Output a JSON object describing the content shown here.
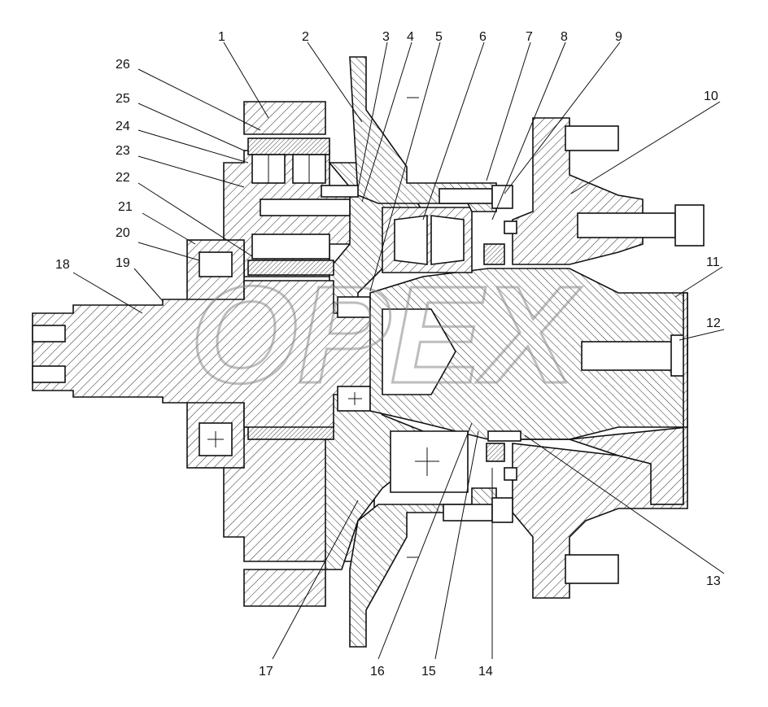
{
  "colors": {
    "ink": "#111111",
    "background": "#ffffff",
    "section_fill": "#d9d9d9",
    "watermark": "#888888"
  },
  "watermark": {
    "text": "OPEX",
    "style": "outlined-italic-logo"
  },
  "callouts": [
    {
      "id": "1",
      "label": "1"
    },
    {
      "id": "2",
      "label": "2"
    },
    {
      "id": "3",
      "label": "3"
    },
    {
      "id": "4",
      "label": "4"
    },
    {
      "id": "5",
      "label": "5"
    },
    {
      "id": "6",
      "label": "6"
    },
    {
      "id": "7",
      "label": "7"
    },
    {
      "id": "8",
      "label": "8"
    },
    {
      "id": "9",
      "label": "9"
    },
    {
      "id": "10",
      "label": "10"
    },
    {
      "id": "11",
      "label": "11"
    },
    {
      "id": "12",
      "label": "12"
    },
    {
      "id": "13",
      "label": "13"
    },
    {
      "id": "14",
      "label": "14"
    },
    {
      "id": "15",
      "label": "15"
    },
    {
      "id": "16",
      "label": "16"
    },
    {
      "id": "17",
      "label": "17"
    },
    {
      "id": "18",
      "label": "18"
    },
    {
      "id": "19",
      "label": "19"
    },
    {
      "id": "20",
      "label": "20"
    },
    {
      "id": "21",
      "label": "21"
    },
    {
      "id": "22",
      "label": "22"
    },
    {
      "id": "23",
      "label": "23"
    },
    {
      "id": "24",
      "label": "24"
    },
    {
      "id": "25",
      "label": "25"
    },
    {
      "id": "26",
      "label": "26"
    }
  ]
}
